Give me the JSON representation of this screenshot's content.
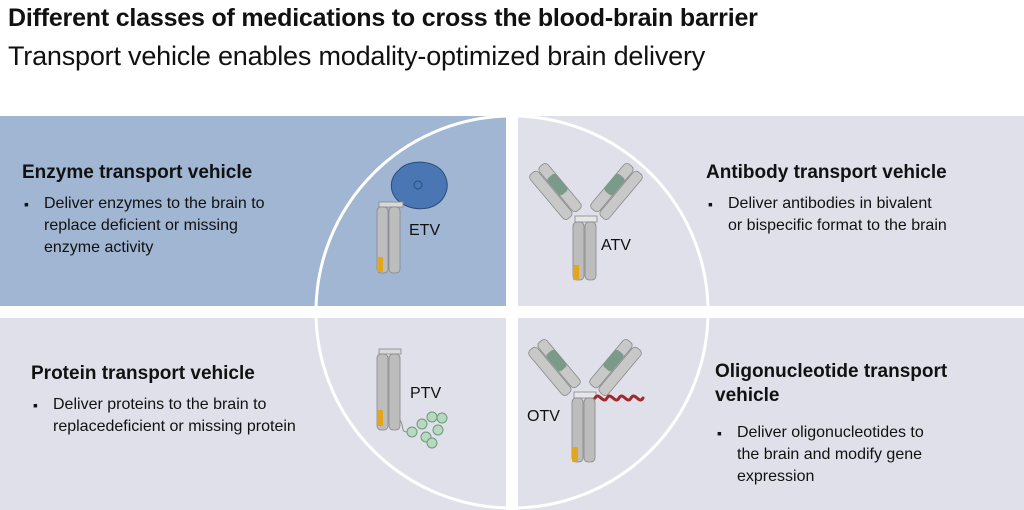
{
  "header": {
    "title": "Different classes of medications to cross the blood-brain barrier",
    "subtitle": "Transport vehicle enables modality-optimized brain delivery"
  },
  "quadrants": {
    "etv": {
      "heading": "Enzyme transport vehicle",
      "bullet_lines": [
        "Deliver enzymes to the brain to",
        "replace deficient or missing",
        "enzyme activity"
      ],
      "tag": "ETV"
    },
    "atv": {
      "heading": "Antibody transport vehicle",
      "bullet_lines": [
        "Deliver antibodies in bivalent",
        "or bispecific format to the brain"
      ],
      "tag": "ATV"
    },
    "ptv": {
      "heading": "Protein transport vehicle",
      "bullet_lines": [
        "Deliver proteins to the brain to",
        "replacedeficient or missing protein"
      ],
      "tag": "PTV"
    },
    "otv": {
      "heading_lines": [
        "Oligonucleotide transport",
        "vehicle"
      ],
      "bullet_lines": [
        "Deliver oligonucleotides to",
        "the brain and modify gene",
        "expression"
      ],
      "tag": "OTV"
    }
  },
  "colors": {
    "etv_panel": "#a0b6d2",
    "panel": "#e0e0ea",
    "fc_gray": "#bdbdbd",
    "arm_gray": "#c8c8c8",
    "binding_site": "#7a9a8a",
    "tfr_binder": "#e2a61e",
    "enzyme": "#4a77b4",
    "protein": "#b8d8c0",
    "oligo": "#a0282e"
  }
}
